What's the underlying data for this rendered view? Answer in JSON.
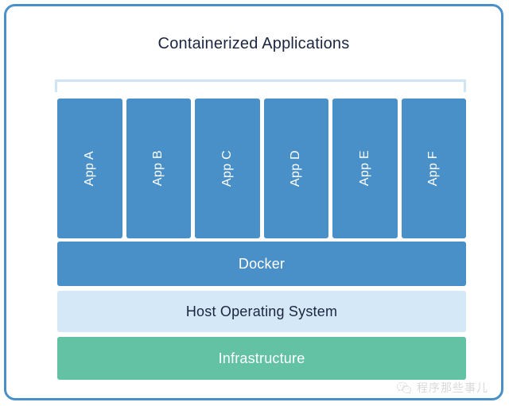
{
  "diagram": {
    "title": "Containerized Applications",
    "bracket": {
      "name": "app-group-bracket",
      "color": "#cfe4f5"
    },
    "apps": [
      {
        "label": "App A"
      },
      {
        "label": "App B"
      },
      {
        "label": "App C"
      },
      {
        "label": "App D"
      },
      {
        "label": "App E"
      },
      {
        "label": "App F"
      }
    ],
    "layers": [
      {
        "id": "docker",
        "label": "Docker",
        "background": "#4a90c8",
        "text_color": "#ffffff"
      },
      {
        "id": "host-os",
        "label": "Host Operating System",
        "background": "#d5e8f8",
        "text_color": "#1c2540"
      },
      {
        "id": "infrastructure",
        "label": "Infrastructure",
        "background": "#63c2a4",
        "text_color": "#ffffff"
      }
    ]
  },
  "watermark": {
    "logo_icon": "wechat-icon",
    "text": "程序那些事儿",
    "color": "#b9b9b9"
  },
  "colors": {
    "card_border": "#4a90c8",
    "card_background": "#ffffff",
    "app_box": "#4a90c8",
    "title_text": "#1c2540",
    "bracket": "#cfe4f5",
    "infrastructure": "#63c2a4",
    "host_os": "#d5e8f8"
  }
}
